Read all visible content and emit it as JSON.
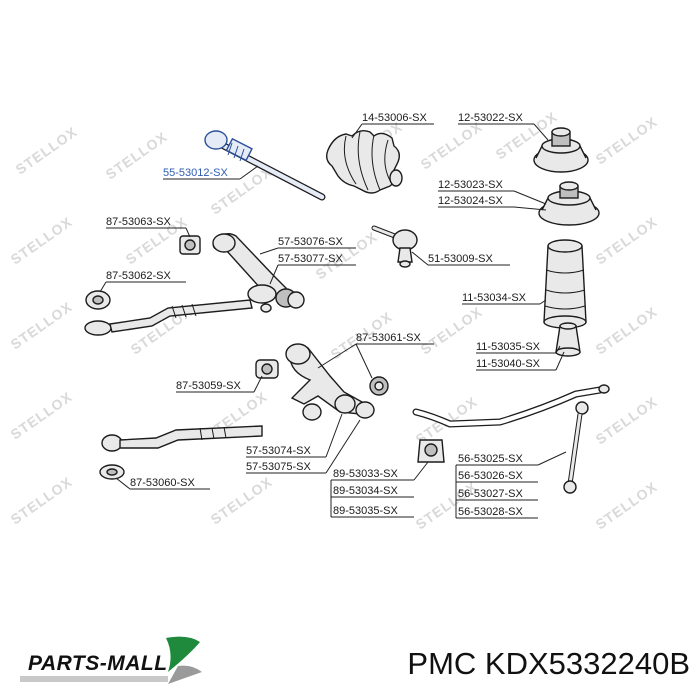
{
  "labels": {
    "l01": "14-53006-SX",
    "l02": "12-53022-SX",
    "l03": "55-53012-SX",
    "l04": "12-53023-SX",
    "l05": "12-53024-SX",
    "l06": "87-53063-SX",
    "l07": "57-53076-SX",
    "l08": "57-53077-SX",
    "l09": "51-53009-SX",
    "l10": "87-53062-SX",
    "l11": "11-53034-SX",
    "l12": "87-53061-SX",
    "l13": "11-53035-SX",
    "l14": "11-53040-SX",
    "l15": "87-53059-SX",
    "l16": "57-53074-SX",
    "l17": "57-53075-SX",
    "l18": "56-53025-SX",
    "l19": "89-53033-SX",
    "l20": "56-53026-SX",
    "l21": "89-53034-SX",
    "l22": "56-53027-SX",
    "l23": "89-53035-SX",
    "l24": "56-53028-SX",
    "l25": "87-53060-SX"
  },
  "watermark": "STELLOX",
  "footer": {
    "brand": "PARTS-MALL",
    "part_code": "PMC KDX5332240B"
  },
  "colors": {
    "highlight_label": "#2f5db3",
    "brand_green": "#1f8a3c"
  }
}
